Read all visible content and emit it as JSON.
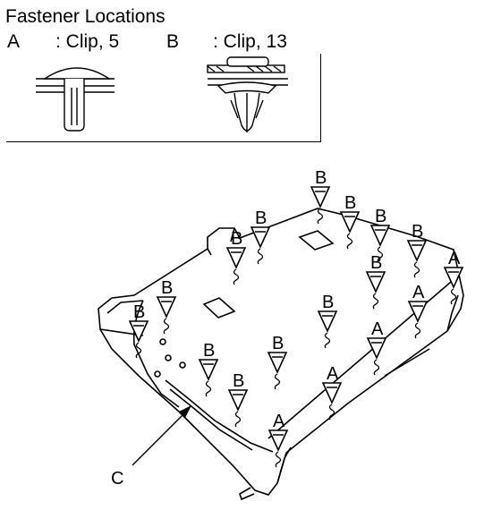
{
  "legend": {
    "title": "Fastener Locations",
    "a_letter": "A",
    "a_text": ": Clip, 5",
    "b_letter": "B",
    "b_text": ": Clip, 13"
  },
  "callouts": {
    "c_label": "C"
  },
  "markers": [
    {
      "id": "b1",
      "letter": "B"
    },
    {
      "id": "b2",
      "letter": "B"
    },
    {
      "id": "b3",
      "letter": "B"
    },
    {
      "id": "b4",
      "letter": "B"
    },
    {
      "id": "b5",
      "letter": "B"
    },
    {
      "id": "b6",
      "letter": "B"
    },
    {
      "id": "b7",
      "letter": "B"
    },
    {
      "id": "b8",
      "letter": "B"
    },
    {
      "id": "b9",
      "letter": "B"
    },
    {
      "id": "b10",
      "letter": "B"
    },
    {
      "id": "b11",
      "letter": "B"
    },
    {
      "id": "b12",
      "letter": "B"
    },
    {
      "id": "b13",
      "letter": "B"
    },
    {
      "id": "a1",
      "letter": "A"
    },
    {
      "id": "a2",
      "letter": "A"
    },
    {
      "id": "a3",
      "letter": "A"
    },
    {
      "id": "a4",
      "letter": "A"
    },
    {
      "id": "a5",
      "letter": "A"
    }
  ]
}
